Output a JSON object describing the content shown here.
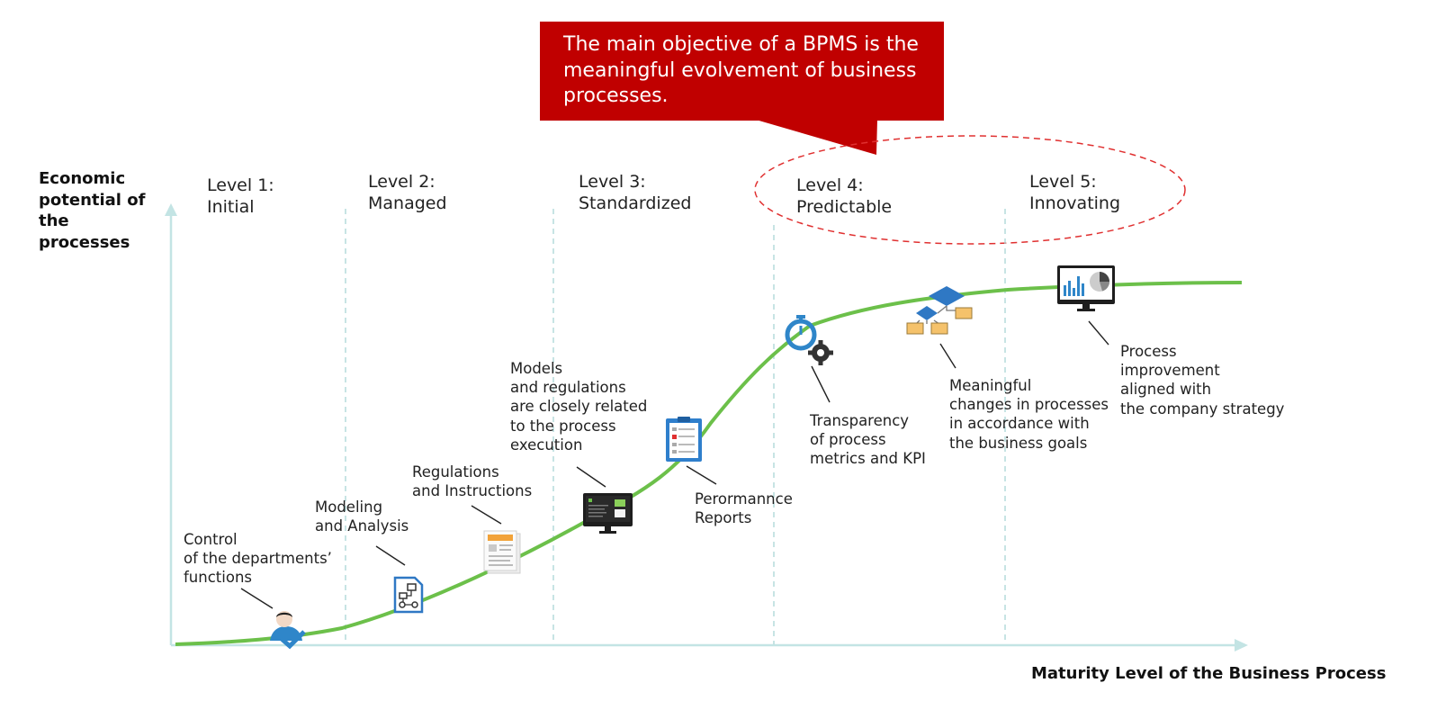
{
  "callout": {
    "text": "The main objective of a BPMS is the meaningful evolvement of business processes.",
    "color": "#c00000"
  },
  "axes": {
    "y_label": "Economic potential of the processes",
    "x_label": "Maturity Level of the Business Process",
    "axis_color": "#bfe3e3",
    "curve_color": "#6cc04a",
    "highlight_color": "#e03030"
  },
  "levels": [
    {
      "title": "Level 1:",
      "name": "Initial"
    },
    {
      "title": "Level 2:",
      "name": "Managed"
    },
    {
      "title": "Level 3:",
      "name": "Standardized"
    },
    {
      "title": "Level 4:",
      "name": "Predictable"
    },
    {
      "title": "Level 5:",
      "name": "Innovating"
    }
  ],
  "annotations": [
    {
      "text": "Control\nof the departments’\nfunctions",
      "icon": "person-check-icon"
    },
    {
      "text": "Modeling\nand Analysis",
      "icon": "flowchart-document-icon"
    },
    {
      "text": "Regulations\nand Instructions",
      "icon": "document-icon"
    },
    {
      "text": "Models\nand regulations\nare closely related\nto the process\nexecution",
      "icon": "monitor-icon"
    },
    {
      "text": "Perormannce\nReports",
      "icon": "clipboard-report-icon"
    },
    {
      "text": "Transparency\nof process\nmetrics and KPI",
      "icon": "stopwatch-gear-icon"
    },
    {
      "text": "Meaningful\nchanges in processes\nin accordance with\nthe business goals",
      "icon": "hierarchy-icon"
    },
    {
      "text": "Process\nimprovement\naligned with\nthe company strategy",
      "icon": "dashboard-monitor-icon"
    }
  ]
}
